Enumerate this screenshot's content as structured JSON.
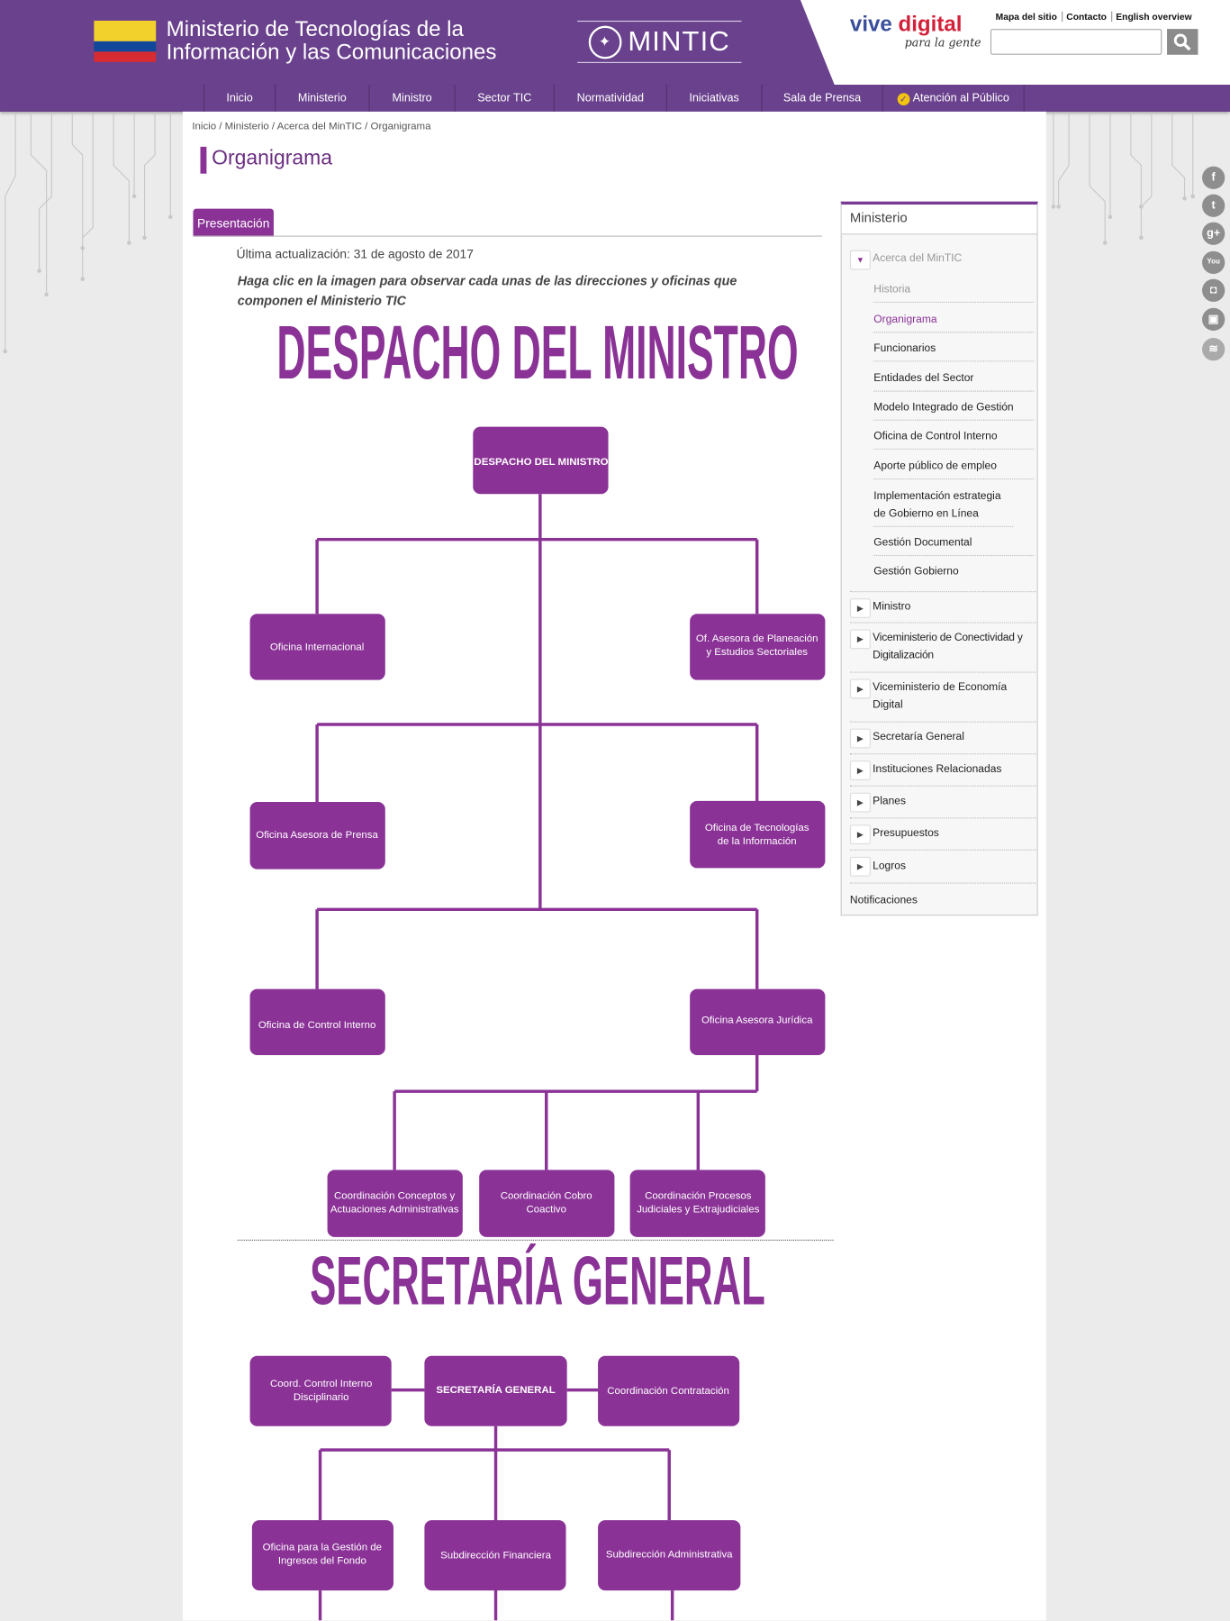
{
  "header": {
    "site_title_line1": "Ministerio de Tecnologías de la",
    "site_title_line2": "Información y las Comunicaciones",
    "logo_text": "MINTIC",
    "vive": "vive",
    "digital": "digital",
    "tagline": "para la gente",
    "top_links": [
      "Mapa del sitio",
      "Contacto",
      "English overview"
    ],
    "search_placeholder": ""
  },
  "nav": [
    "Inicio",
    "Ministerio",
    "Ministro",
    "Sector TIC",
    "Normatividad",
    "Iniciativas",
    "Sala de Prensa",
    "Atención al Público"
  ],
  "breadcrumb": "Inicio / Ministerio / Acerca del MinTIC / Organigrama",
  "page_title": "Organigrama",
  "tab": "Presentación",
  "updated": "Última actualización: 31 de agosto de 2017",
  "intro": "Haga clic en la imagen para observar cada unas de las direcciones y oficinas que componen el Ministerio TIC",
  "org": {
    "title1": "DESPACHO DEL MINISTRO",
    "root": "DESPACHO DEL MINISTRO",
    "internacional": "Oficina Internacional",
    "planeacion": [
      "Of. Asesora de Planeación",
      "y Estudios Sectoriales"
    ],
    "prensa": "Oficina Asesora de Prensa",
    "tecnologias": [
      "Oficina de Tecnologías",
      "de la Información"
    ],
    "control": "Oficina de Control Interno",
    "juridica": "Oficina Asesora Jurídica",
    "conceptos": [
      "Coordinación Conceptos y",
      "Actuaciones Administrativas"
    ],
    "cobro": [
      "Coordinación Cobro",
      "Coactivo"
    ],
    "procesos": [
      "Coordinación Procesos",
      "Judiciales y Extrajudiciales"
    ],
    "title2": "SECRETARÍA GENERAL",
    "disciplinario": [
      "Coord. Control Interno",
      "Disciplinario"
    ],
    "sg": "SECRETARÍA GENERAL",
    "contratacion": "Coordinación Contratación",
    "ingresos": [
      "Oficina para la Gestión de",
      "Ingresos del Fondo"
    ],
    "financiera": "Subdirección Financiera",
    "administrativa": "Subdirección Administrativa"
  },
  "sidebar": {
    "heading": "Ministerio",
    "expanded": "Acerca del MinTIC",
    "sub": [
      "Historia",
      "Organigrama",
      "Funcionarios",
      "Entidades del Sector",
      "Modelo Integrado de Gestión",
      "Oficina de Control Interno",
      "Aporte público de empleo",
      "Implementación estrategia de Gobierno en Línea",
      "Gestión Documental",
      "Gestión Gobierno"
    ],
    "items": [
      "Ministro",
      "Viceministerio de Conectividad y Digitalización",
      "Viceministerio de Economía Digital",
      "Secretaría General",
      "Instituciones Relacionadas",
      "Planes",
      "Presupuestos",
      "Logros"
    ],
    "notifications": "Notificaciones"
  },
  "social": [
    "facebook",
    "twitter",
    "google-plus",
    "youtube",
    "instagram",
    "slideshare",
    "rss"
  ],
  "colors": {
    "header": "#6a418d",
    "accent": "#8a3296"
  }
}
